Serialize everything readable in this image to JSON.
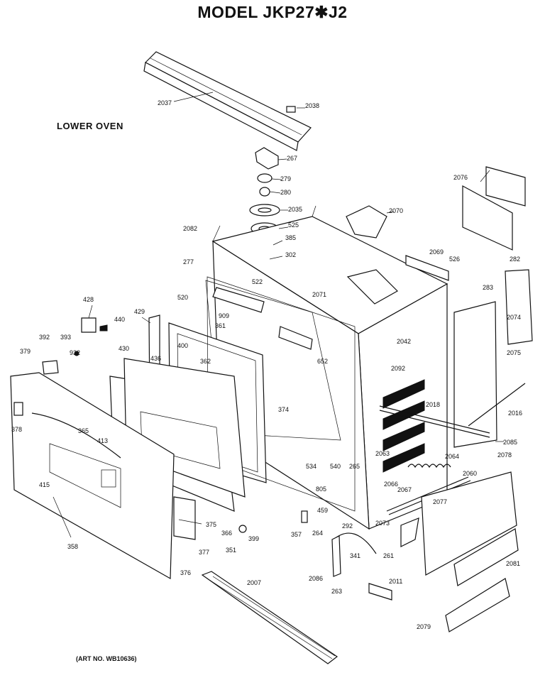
{
  "title": "MODEL JKP27✱J2",
  "subtitle": "LOWER OVEN",
  "art_number": "(ART NO. WB10636)",
  "part_labels": [
    "2037",
    "2038",
    "267",
    "279",
    "280",
    "2035",
    "525",
    "385",
    "302",
    "2070",
    "2082",
    "277",
    "522",
    "2071",
    "2069",
    "2076",
    "526",
    "282",
    "283",
    "2074",
    "428",
    "440",
    "429",
    "520",
    "909",
    "361",
    "392",
    "393",
    "379",
    "932",
    "430",
    "400",
    "436",
    "362",
    "652",
    "2042",
    "2092",
    "2075",
    "378",
    "365",
    "413",
    "374",
    "2018",
    "2016",
    "415",
    "534",
    "540",
    "265",
    "2063",
    "2064",
    "2085",
    "2078",
    "358",
    "375",
    "366",
    "399",
    "351",
    "377",
    "376",
    "357",
    "264",
    "292",
    "805",
    "459",
    "2066",
    "2067",
    "2060",
    "2073",
    "261",
    "341",
    "2077",
    "2081",
    "2086",
    "263",
    "2011",
    "2007",
    "2079"
  ]
}
